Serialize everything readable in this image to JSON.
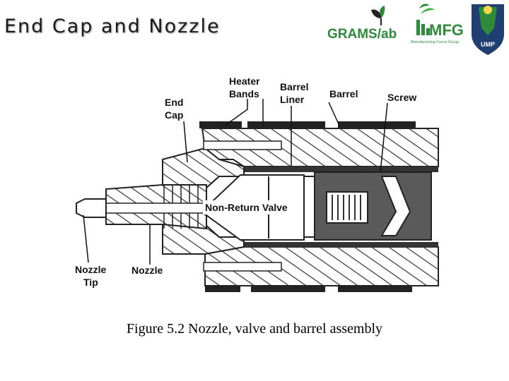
{
  "slide": {
    "title": "End Cap and Nozzle",
    "caption": "Figure 5.2 Nozzle, valve and barrel assembly"
  },
  "logos": {
    "grams_lab": "GRAMS/ab",
    "mfg": "MFG",
    "mfg_sub": "Manufacturing Focus Group",
    "ump": "UMP"
  },
  "diagram": {
    "labels": {
      "heater_bands_1": "Heater",
      "heater_bands_2": "Bands",
      "barrel_liner_1": "Barrel",
      "barrel_liner_2": "Liner",
      "barrel": "Barrel",
      "screw": "Screw",
      "end_cap_1": "End",
      "end_cap_2": "Cap",
      "non_return_valve": "Non-Return Valve",
      "nozzle_tip_1": "Nozzle",
      "nozzle_tip_2": "Tip",
      "nozzle": "Nozzle"
    }
  },
  "colors": {
    "green": "#2e8b3a",
    "navy": "#1f3f73",
    "screw_gray": "#5a5a5a"
  }
}
